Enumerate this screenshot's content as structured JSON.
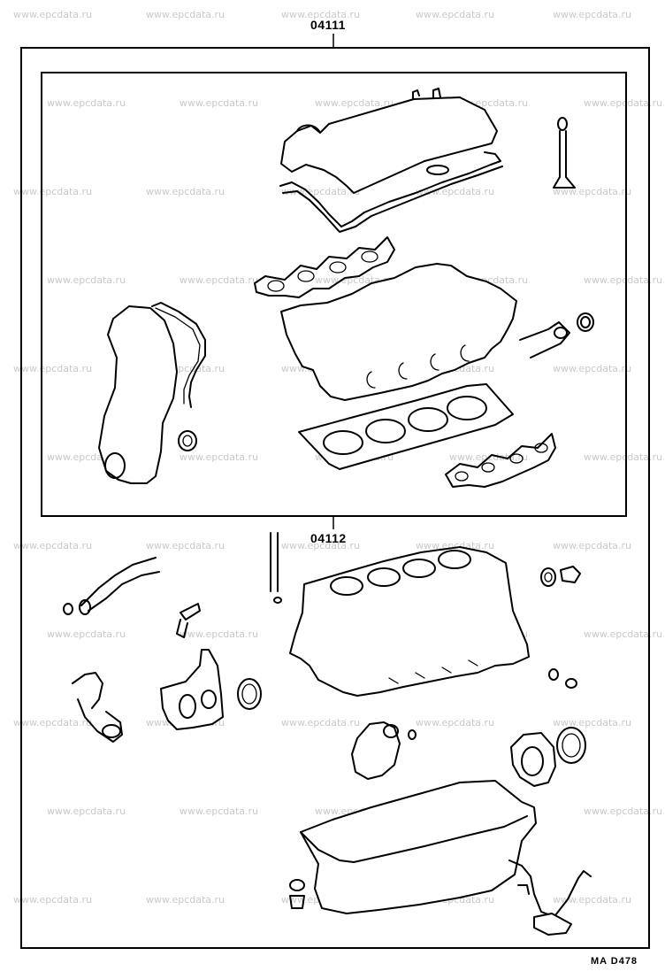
{
  "watermark": "www.epcdata.ru",
  "callouts": {
    "upper_kit": "04111",
    "lower_kit": "04112"
  },
  "reference_code": "MA  D478",
  "colors": {
    "line": "#000000",
    "watermark": "#c9c9c9",
    "background": "#ffffff"
  }
}
